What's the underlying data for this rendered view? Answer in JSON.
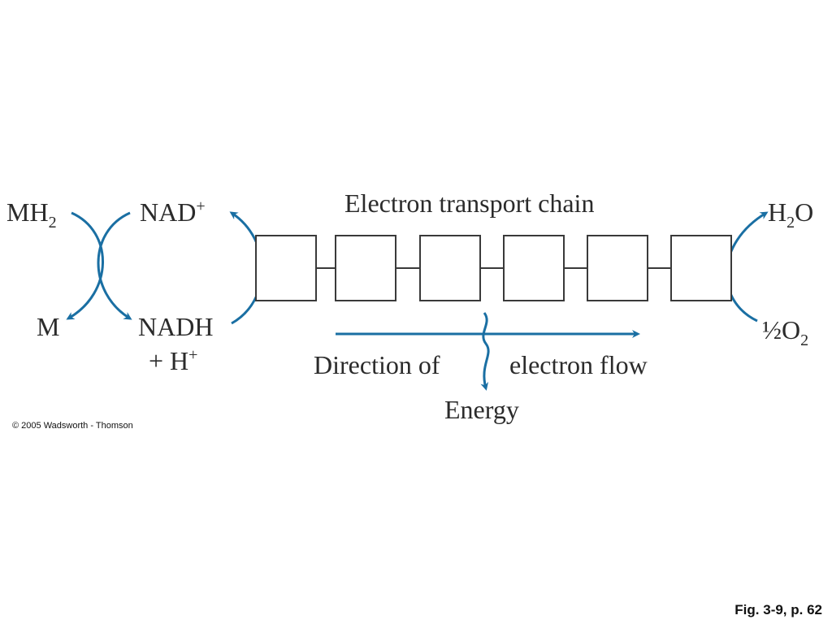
{
  "diagram": {
    "title": "Electron transport chain",
    "left_labels": {
      "mh2": {
        "main": "MH",
        "sub": "2"
      },
      "m": "M",
      "nad_plus": {
        "main": "NAD",
        "sup": "+"
      },
      "nadh": "NADH",
      "plus_h": {
        "main": "+ H",
        "sup": "+"
      }
    },
    "right_labels": {
      "h2o": {
        "pre": "H",
        "sub": "2",
        "post": "O"
      },
      "half_o2": {
        "frac": "½",
        "main": "O",
        "sub": "2"
      }
    },
    "flow_label_left": "Direction of",
    "flow_label_right": "electron flow",
    "energy_label": "Energy",
    "chain_box_count": 6,
    "arrow_color": "#1a6fa3"
  },
  "footer": {
    "copyright": "© 2005 Wadsworth - Thomson",
    "figure_ref": "Fig. 3-9, p. 62"
  }
}
